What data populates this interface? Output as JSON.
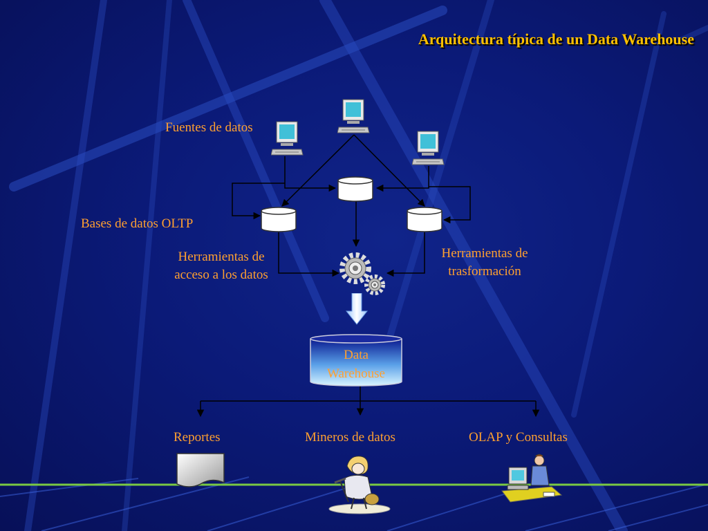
{
  "title": "Arquitectura típica de un Data Warehouse",
  "labels": {
    "fuentes": "Fuentes de datos",
    "bases_oltp": "Bases de datos OLTP",
    "acceso_1": "Herramientas de",
    "acceso_2": "acceso a los datos",
    "trans_1": "Herramientas de",
    "trans_2": "trasformación",
    "dw_1": "Data",
    "dw_2": "Warehouse",
    "reportes": "Reportes",
    "mineros": "Mineros de datos",
    "olap": "OLAP y Consultas"
  },
  "icons": [
    "computer-icon",
    "database-icon",
    "gears-icon",
    "down-arrow-icon",
    "report-document-icon",
    "data-miner-clipart-icon",
    "olap-user-clipart-icon"
  ],
  "colors": {
    "background": "#0b1a78",
    "label": "#ffa030",
    "title": "#ffc000",
    "bottom_line": "#7ac943"
  }
}
